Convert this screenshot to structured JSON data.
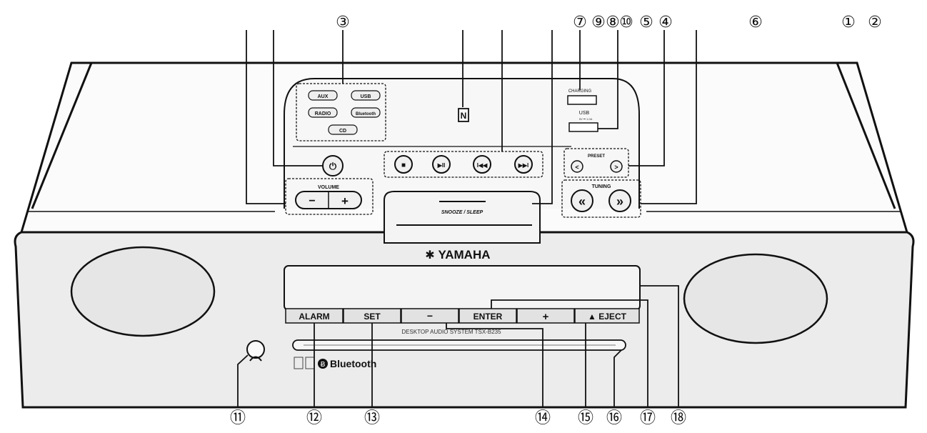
{
  "callouts": {
    "top": [
      "③",
      "⑦",
      "⑨",
      "⑧",
      "⑩",
      "⑤",
      "④",
      "⑥",
      "①",
      "②"
    ],
    "bottom": [
      "⑪",
      "⑫",
      "⑬",
      "⑭",
      "⑮",
      "⑯",
      "⑰",
      "⑱"
    ]
  },
  "top_panel": {
    "source_buttons": [
      "AUX",
      "USB",
      "RADIO",
      "Bluetooth",
      "CD"
    ],
    "charging_label": "CHARGING",
    "usb_label": "USB",
    "usb_sub_label": "5V ⎓ 1.0A",
    "preset_label": "PRESET",
    "preset_buttons": [
      "<",
      ">"
    ],
    "tuning_label": "TUNING",
    "tuning_buttons": [
      "«",
      "»"
    ],
    "volume_label": "VOLUME",
    "volume_buttons": [
      "−",
      "+"
    ],
    "playback_buttons": [
      "■",
      "▶II",
      "I◀◀",
      "▶▶I"
    ],
    "power_symbol": "⏻",
    "nfc_symbol": "N",
    "snooze_label": "SNOOZE / SLEEP"
  },
  "front": {
    "brand": "YAMAHA",
    "brand_mark": "✱",
    "buttons": [
      "ALARM",
      "SET",
      "−",
      "ENTER",
      "+",
      "▲ EJECT"
    ],
    "model_text": "DESKTOP AUDIO SYSTEM TSX-B235",
    "bluetooth_text": "Bluetooth",
    "bluetooth_symbol": "Ƀ"
  }
}
